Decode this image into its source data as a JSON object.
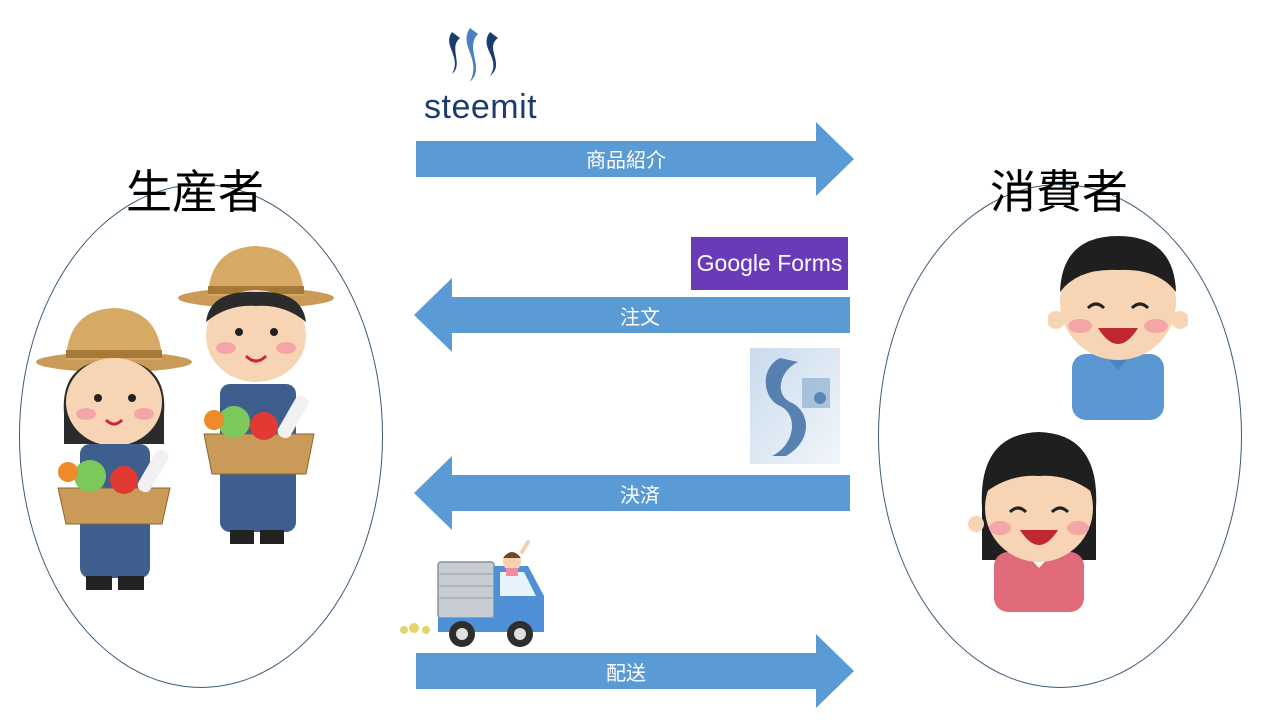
{
  "roles": {
    "producer": "生産者",
    "consumer": "消費者"
  },
  "steps": {
    "product_intro": "商品紹介",
    "order": "注文",
    "payment": "決済",
    "delivery": "配送"
  },
  "services": {
    "steemit": "steemit",
    "google_forms": "Google Forms"
  },
  "colors": {
    "arrow": "#5b9bd5",
    "forms": "#6a3bb8",
    "steemit": "#1a3c6e"
  }
}
